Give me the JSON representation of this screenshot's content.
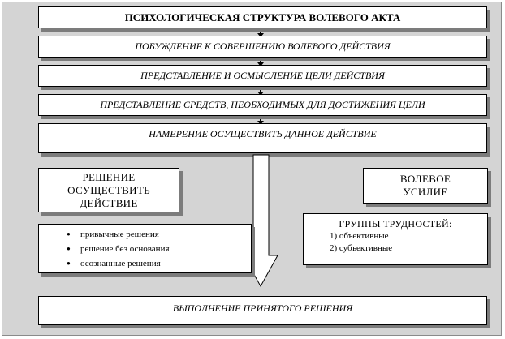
{
  "title": "ПСИХОЛОГИЧЕСКАЯ СТРУКТУРА ВОЛЕВОГО АКТА",
  "steps": [
    "ПОБУЖДЕНИЕ К СОВЕРШЕНИЮ ВОЛЕВОГО ДЕЙСТВИЯ",
    "ПРЕДСТАВЛЕНИЕ И ОСМЫСЛЕНИЕ ЦЕЛИ ДЕЙСТВИЯ",
    "ПРЕДСТАВЛЕНИЕ СРЕДСТВ, НЕОБХОДИМЫХ ДЛЯ ДОСТИЖЕНИЯ ЦЕЛИ",
    "НАМЕРЕНИЕ ОСУЩЕСТВИТЬ ДАННОЕ ДЕЙСТВИЕ"
  ],
  "decision": {
    "lines": [
      "РЕШЕНИЕ",
      "ОСУЩЕСТВИТЬ",
      "ДЕЙСТВИЕ"
    ],
    "types": [
      "привычные решения",
      "решение без основания",
      "осознанные решения"
    ]
  },
  "effort": {
    "lines": [
      "ВОЛЕВОЕ",
      "УСИЛИЕ"
    ],
    "groups_title": "ГРУППЫ ТРУДНОСТЕЙ:",
    "groups": [
      "1) объективные",
      "2) субъективные"
    ]
  },
  "result": "ВЫПОЛНЕНИЕ ПРИНЯТОГО РЕШЕНИЯ"
}
